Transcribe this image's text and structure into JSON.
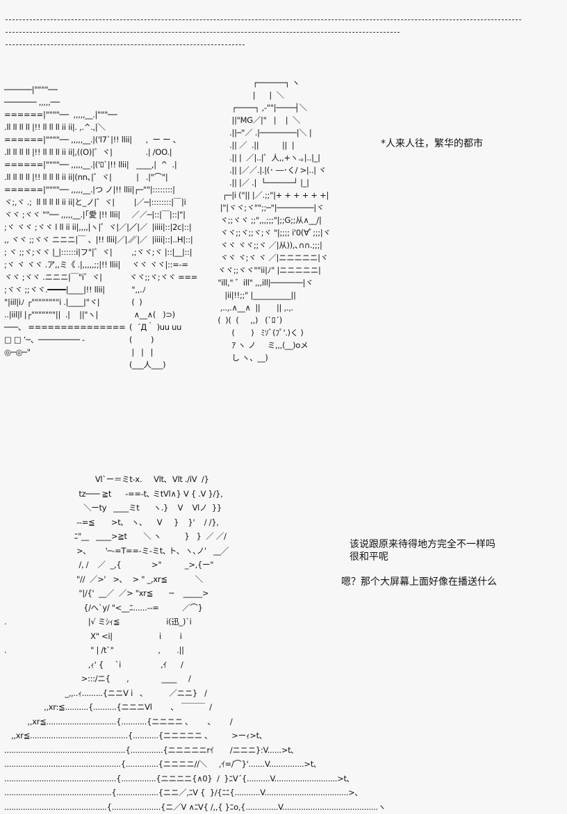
{
  "separators": [
    "top-rule-1",
    "top-rule-2",
    "top-rule-3"
  ],
  "scene1": {
    "city_left": [
      "──────|\"\"\"\"──",
      "─────── ,,,,,──",
      "======|\"\"\"\"──  ,,,,,__.|\"\"\"──",
      ".ll ll ll ll |!! ll ll ll ii ii|. ,.^.,|＼",
      "======|\"\"\"\"── ,,,,,__.|('l7`|!! llii|",
      ".ll ll ll ll |!! ll ll ll ii ii|,((O)|゛ヾ|",
      "======|\"\"\"\"── ,,,,,__.|('ﾛ`|!! llii|",
      ".ll ll ll ll |!! ll ll ll ii ii|(nn､|゛ヾ|",
      "======|\"\"\"\"── ,,,,,__.|つ ノ|!! llii|",
      "ヾ;,ヾ .;  ll ll ll ll ii ii|と_ノ|゛ヾ|",
      "ヾヾ ;ヾヾ \"\"── ,,,,,__.|｢愛 |!! llii|",
      ";ヾ ヾヾ ;ヾヾ l ll ii ii|,,,,|ヽ|゛ヾ|／|／",
      ",, ヾヾ ;;ヾヾ ニニニ|￣ 、|!! llii|／|／",
      "; ヾ ;;ヾ;ヾヾ |_|::::::i|フ\"|゛ヾ|",
      ";ヾ ヾ ヾヾ .ア,,ミ《 .|,,,,,;;|!! llii|",
      "ヾヾ ;ヾヾ .ニニニ|￣\"i゛ヾ|",
      ";ヾヾ ;;ヾヾ.━━━━|____|!! llii|",
      "\"|iil|iﾉ ┌\"\"\"\"\"\"\"\"i .|____|\"ヾ|",
      "..|iil|l |┌\"\"\"\"\"\"\"||  .|    ||\"ヽ|",
      "───、 ===============",
      "□ □ ‘─、───────── -",
      "◎─◎─\""
    ],
    "city_mid": [
      "",
      "",
      "",
      "",
      "       ,  ー ー 、",
      "       .| /OO.|",
      "   ____,|  ^  .|",
      "   |   .|\"⌒\"|",
      "  ┌─\"\"|::::::::|",
      "  |／─|::::::::|￣|i",
      " ／／─|::|￣|::|\"|",
      "／|／  |iiii|::|2c|::|",
      "／|／  |iiii|::|..H|::|",
      " ,;ヾヾ;ヾ |::|__|::|",
      " ヾヾ ヾヾ|::=-=",
      "ヾヾ;;ヾ;ヾヾ ===",
      " \",,.ﾉ",
      " (  )",
      "  ∧__∧(   )⊃)",
      "(  ´Д｀ )uu uu",
      "(        )",
      " |   |   |",
      "(___人___)"
    ],
    "building": [
      "                ┌──────┐ ヽ",
      "                |      |  ＼",
      "       ┌────┐ ,-\"\"|────┤＼",
      "       ||\"MG／|\"   |    |  ＼",
      "      .||─\"／ .|────────|＼ |",
      "      .|| ／  .||          ||  |",
      "      .|| |  ／|..|゜人,,+ヽ.｡|..|_|",
      "      .|| |／／.|.|(･ ―･く/ >|..| ヾ",
      "      .|| |／ .|  └──────┘ |_|",
      "   ┌─|i (\"|| |／.;;\"|+ + + + + +|",
      "  |\"|ヾヾ;ヾ\"\";;─\"|────────|ヾ",
      "  ヾ;;ヾヾ ;;\",,,;;;\"|;;G;;从∧__/|",
      "  ヾヾ;;ヾ;;ヾ;ヾ \"|;;;; i'0(∀ﾟ;;;|ヾ",
      "  ヾヾ ヾヾ;;ヾ ／|从)),､∩∩.;;;|",
      "  ヾヾ ヾ;ヾ ヾ ／|ニニニニニ|ヾ",
      " ヾヾ;;ヾヾ\"\"ii|ﾉ\" |ニニニニニ|",
      " \"ill,\" ゛ill\" ,,,ill|───────|ヾ",
      "    |ii|!!;;\" |__________||",
      "  ,..,.∧__∧  ||       || ,.,.",
      " (  )(  (     ,,)   (`ﾛ´)",
      "       (       )   ﾐｿﾞ(ﾌﾟ'.)く )",
      "       ｱ ヽ ノ     ミ,,,(__)oメ",
      "       し ヽ、__)"
    ],
    "narration": "*人来人往，繁华的都市"
  },
  "scene2": {
    "art": [
      "                                       Vl`ー＝ミt-x.     Vlt､  Vlt ./iV  /}",
      "                                tz─── ≧t      -==-t､ ミtVl∧} V { .V }/},",
      "                                  ＼ーty   ____ミt      ヽ.}    V    Vlノ  }}",
      "                               --=≦       >t､   ヽ､      V     }    }'    / /},",
      "                              ﾆ\"__   ____>≧t       ＼ ヽ          }   }  ／ ／/",
      "                               >､        '─-=T==-ミ-ミt､ ト､  ヽ､ノ'   __／",
      "                                /, /    ／  _,{             >\"          _>,{ー\"",
      "                               \"//  ／>'   >､    > \" _,xr≦            ＼",
      "                                \"|/{'  __／  ／> \"xr≦       ─    _____>",
      "                                  {/へ`y/ \"<__ﾆ......--=          ／⌒}",
      ".                                   |√ ミｼｨ≦                    i(迅_)`i",
      "                                     X\" <i|                    i        i",
      ".                                    \" | /t`\"                   ,       .||",
      "                                    ,ｨ' {     `i                 ,ｲ      /",
      "                                 >:::/ニ{       ,              ____     /",
      "                          _,,..ｨ.........{ニニV i   ､           ／ニニ}   /",
      "                 ,,xr:≦..........{..........{ニニニVl        ､   ￣￣￣  /",
      "          ,,xr≦..............................{...........{ニニニニ ､        ､        /",
      "   ,,xr≦..........................................{...........{ニニニニニ ､          >ーｨ>t､",
      "....................................................{..............{ニニニニニrｲ       /ニニニ}:V......>t､",
      "..................................................{..............{ニニニニ//＼     ,ｲ=/⌒}'.......V...............>t､",
      "................................................{...............{ニニニニ{∧0}  /  }ﾆV´{..........V...........................>t､",
      "..............................................{..................{ニニ／,ﾆV {  }/{ﾆﾆ{...........V....................................>､",
      "............................................{.....................{ニ／V ∧ﾆV{ /,,{ }ﾆo,{..............V.........................................ヽ"
    ],
    "dialogue": [
      "该说跟原来待得地方完全不一样吗",
      "很和平呢",
      "嗯？那个大屏幕上面好像在播送什么"
    ]
  }
}
